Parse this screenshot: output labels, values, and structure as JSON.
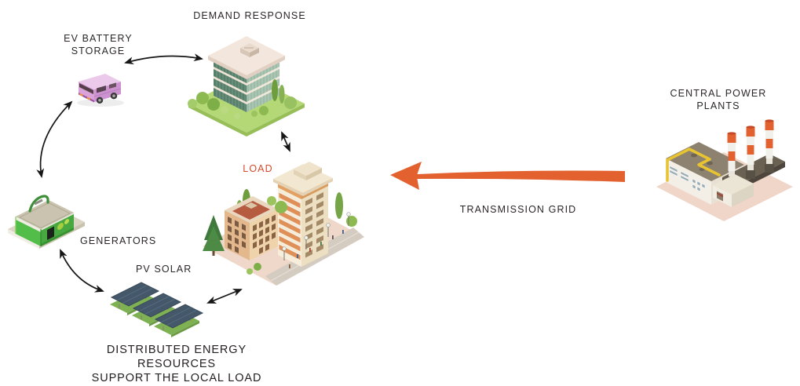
{
  "colors": {
    "background": "#FFFFFF",
    "text": "#2B2728",
    "load_label": "#D44A2C",
    "transmission_arrow": "#E2612F",
    "connector_arrows": "#161616"
  },
  "nodes": {
    "ev_battery": {
      "label_line1": "EV BATTERY",
      "label_line2": "STORAGE",
      "icon": "ev-van-illustration"
    },
    "demand_response": {
      "label": "DEMAND RESPONSE",
      "icon": "office-building-illustration"
    },
    "load": {
      "label": "LOAD",
      "icon": "apartment-buildings-illustration"
    },
    "generators": {
      "label": "GENERATORS",
      "icon": "portable-generator-illustration"
    },
    "pv_solar": {
      "label": "PV SOLAR",
      "icon": "solar-panels-illustration"
    },
    "central_power": {
      "label_line1": "CENTRAL POWER",
      "label_line2": "PLANTS",
      "icon": "power-plant-illustration"
    }
  },
  "transmission": {
    "label": "TRANSMISSION GRID"
  },
  "caption": {
    "line1": "DISTRIBUTED ENERGY RESOURCES",
    "line2": "SUPPORT THE LOCAL LOAD"
  }
}
